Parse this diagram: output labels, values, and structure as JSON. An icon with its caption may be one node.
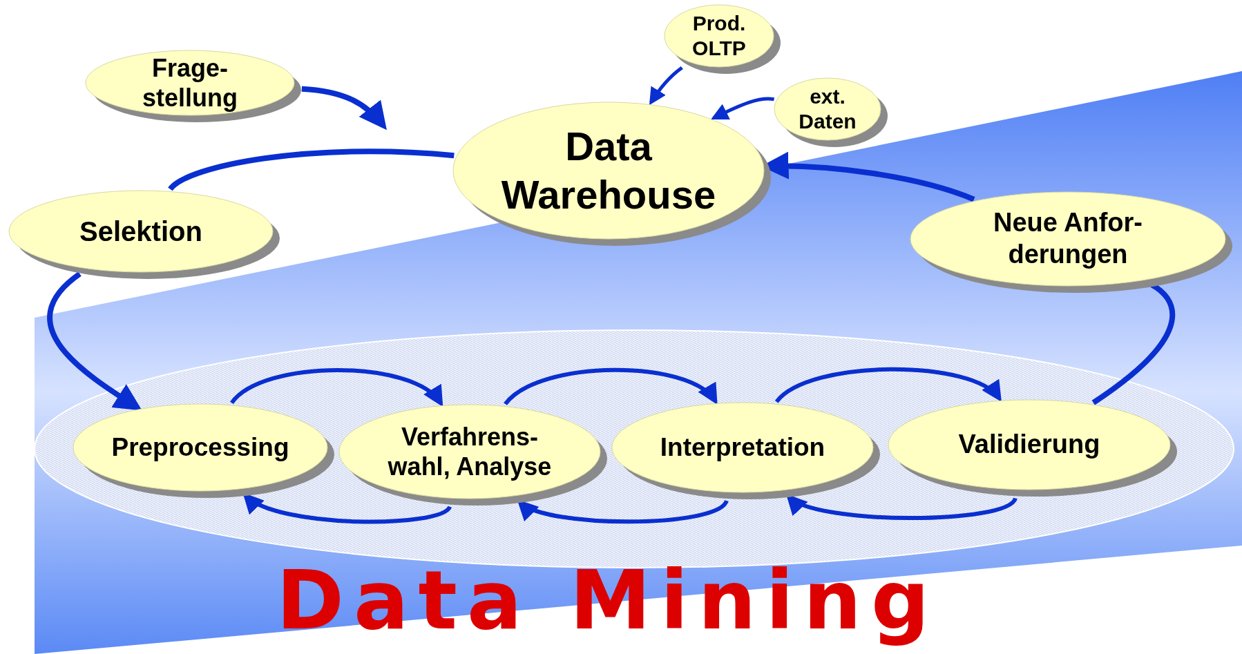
{
  "diagram": {
    "nodes": [
      {
        "text": [
          "Frage- stellung"
        ]
      },
      {
        "text": [
          "Prod. OLTP"
        ]
      },
      {
        "text": [
          "Data Warehouse"
        ]
      },
      {
        "text": [
          "ext. Daten"
        ]
      },
      {
        "text": [
          "Selektion"
        ]
      },
      {
        "text": [
          "Neue Anfor- derungen"
        ]
      },
      {
        "text": [
          "Preprocessing"
        ]
      },
      {
        "text": [
          "Verfahrens- wahl, Analyse"
        ]
      },
      {
        "text": [
          "Interpretation"
        ]
      },
      {
        "text": [
          "Validierung"
        ]
      }
    ],
    "edges": [
      {
        "from": 0,
        "to": null,
        "arrow": "to"
      },
      {
        "from": 1,
        "to": 2,
        "arrow": "to"
      },
      {
        "from": 3,
        "to": 2,
        "arrow": "to"
      },
      {
        "from": 2,
        "to": 4,
        "arrow": "none"
      },
      {
        "from": 4,
        "to": 6,
        "arrow": "to"
      },
      {
        "from": 5,
        "to": 2,
        "arrow": "to"
      },
      {
        "from": 9,
        "to": 5,
        "arrow": "none"
      },
      {
        "from": 6,
        "to": 7,
        "arrow": "to"
      },
      {
        "from": 7,
        "to": 8,
        "arrow": "to"
      },
      {
        "from": 8,
        "to": 9,
        "arrow": "to"
      },
      {
        "from": 7,
        "to": 6,
        "arrow": "to"
      },
      {
        "from": 8,
        "to": 7,
        "arrow": "to"
      },
      {
        "from": 9,
        "to": 8,
        "arrow": "to"
      }
    ],
    "labels": [
      "Data Mining"
    ]
  }
}
